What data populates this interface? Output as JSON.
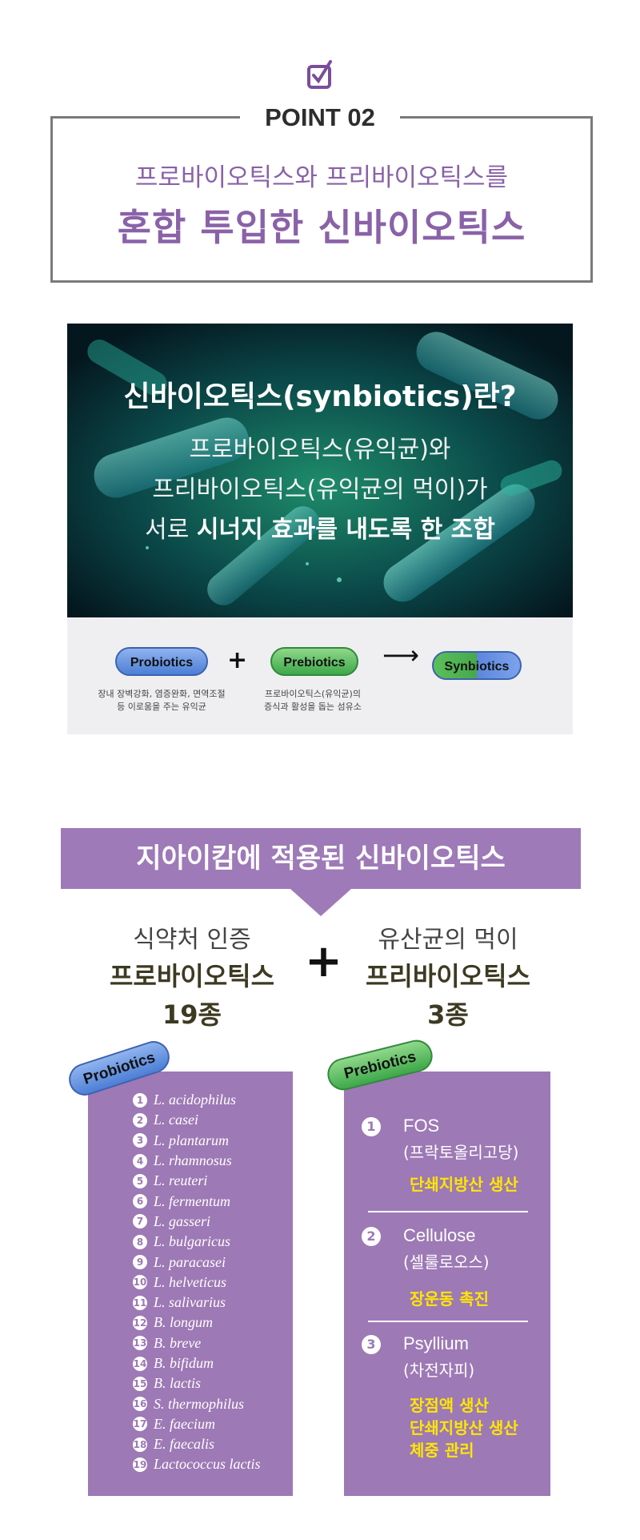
{
  "header": {
    "point_label": "POINT 02",
    "subtitle": "프로바이오틱스와 프리바이오틱스를",
    "title": "혼합 투입한 신바이오틱스"
  },
  "hero": {
    "title": "신바이오틱스(synbiotics)란?",
    "line1": "프로바이오틱스(유익균)와",
    "line2": "프리바이오틱스(유익균의 먹이)가",
    "line3_plain": "서로 ",
    "line3_bold": "시너지 효과를 내도록 한 조합"
  },
  "diagram": {
    "probiotics_label": "Probiotics",
    "prebiotics_label": "Prebiotics",
    "synbiotics_label": "Synbiotics",
    "plus": "+",
    "arrow": "⟶",
    "probiotics_desc_1": "장내 장벽강화, 염증완화, 면역조절",
    "probiotics_desc_2": "등 이로움을 주는 유익균",
    "prebiotics_desc_1": "프로바이오틱스(유익균)의",
    "prebiotics_desc_2": "증식과 활성을 돕는 섬유소"
  },
  "applied": {
    "banner": "지아이캄에 적용된 신바이오틱스",
    "left_sub": "식약처 인증",
    "left_main": "프로바이오틱스",
    "left_count": "19종",
    "plus": "+",
    "right_sub": "유산균의 먹이",
    "right_main": "프리바이오틱스",
    "right_count": "3종"
  },
  "probiotics_tag": "Probiotics",
  "prebiotics_tag": "Prebiotics",
  "strains": [
    "L. acidophilus",
    "L. casei",
    "L. plantarum",
    "L. rhamnosus",
    "L. reuteri",
    "L. fermentum",
    "L. gasseri",
    "L. bulgaricus",
    "L. paracasei",
    "L. helveticus",
    "L. salivarius",
    "B. longum",
    "B. breve",
    "B. bifidum",
    "B. lactis",
    "S. thermophilus",
    "E. faecium",
    "E. faecalis",
    "Lactococcus lactis"
  ],
  "prebiotics": [
    {
      "num": "1",
      "name": "FOS",
      "kr": "(프락토올리고당)",
      "effects": [
        "단쇄지방산 생산"
      ]
    },
    {
      "num": "2",
      "name": "Cellulose",
      "kr": "(셀룰로오스)",
      "effects": [
        "장운동 촉진"
      ]
    },
    {
      "num": "3",
      "name": "Psyllium",
      "kr": "(차전자피)",
      "effects": [
        "장점액 생산",
        "단쇄지방산 생산",
        "체중 관리"
      ]
    }
  ],
  "colors": {
    "purple": "#9d79b5",
    "title_purple": "#8a62a8",
    "highlight_yellow": "#ffe600"
  }
}
